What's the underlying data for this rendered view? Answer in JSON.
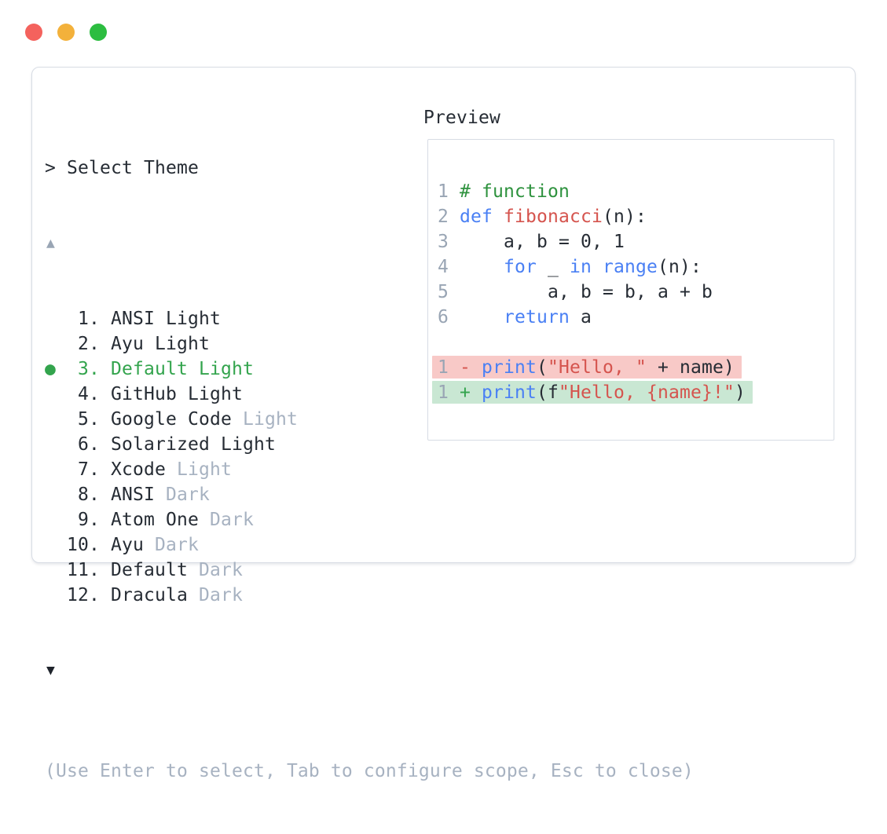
{
  "window": {
    "dots": [
      {
        "name": "close",
        "color": "#f4625d"
      },
      {
        "name": "minimize",
        "color": "#f3b13b"
      },
      {
        "name": "maximize",
        "color": "#2cbd40"
      }
    ]
  },
  "picker": {
    "prompt": "> Select Theme",
    "scroll_up_indicator": "▲",
    "scroll_down_indicator": "▼",
    "selected_marker": "●",
    "themes": [
      {
        "num": "1",
        "name": "ANSI",
        "suffix": "Light",
        "dim_suffix": false,
        "selected": false
      },
      {
        "num": "2",
        "name": "Ayu",
        "suffix": "Light",
        "dim_suffix": false,
        "selected": false
      },
      {
        "num": "3",
        "name": "Default",
        "suffix": "Light",
        "dim_suffix": false,
        "selected": true
      },
      {
        "num": "4",
        "name": "GitHub",
        "suffix": "Light",
        "dim_suffix": false,
        "selected": false
      },
      {
        "num": "5",
        "name": "Google Code",
        "suffix": "Light",
        "dim_suffix": true,
        "selected": false
      },
      {
        "num": "6",
        "name": "Solarized",
        "suffix": "Light",
        "dim_suffix": false,
        "selected": false
      },
      {
        "num": "7",
        "name": "Xcode",
        "suffix": "Light",
        "dim_suffix": true,
        "selected": false
      },
      {
        "num": "8",
        "name": "ANSI",
        "suffix": "Dark",
        "dim_suffix": true,
        "selected": false
      },
      {
        "num": "9",
        "name": "Atom One",
        "suffix": "Dark",
        "dim_suffix": true,
        "selected": false
      },
      {
        "num": "10",
        "name": "Ayu",
        "suffix": "Dark",
        "dim_suffix": true,
        "selected": false
      },
      {
        "num": "11",
        "name": "Default",
        "suffix": "Dark",
        "dim_suffix": true,
        "selected": false
      },
      {
        "num": "12",
        "name": "Dracula",
        "suffix": "Dark",
        "dim_suffix": true,
        "selected": false
      }
    ],
    "footer_hint": "(Use Enter to select, Tab to configure scope, Esc to close)"
  },
  "preview": {
    "label": "Preview",
    "code_lines": [
      {
        "num": "1",
        "bg": "",
        "tokens": [
          {
            "text": "# function",
            "color": "comment"
          }
        ]
      },
      {
        "num": "2",
        "bg": "",
        "tokens": [
          {
            "text": "def ",
            "color": "keyword"
          },
          {
            "text": "fibonacci",
            "color": "function"
          },
          {
            "text": "(n):",
            "color": "plain"
          }
        ]
      },
      {
        "num": "3",
        "bg": "",
        "tokens": [
          {
            "text": "    a, b = 0, 1",
            "color": "plain"
          }
        ]
      },
      {
        "num": "4",
        "bg": "",
        "tokens": [
          {
            "text": "    ",
            "color": "plain"
          },
          {
            "text": "for",
            "color": "keyword"
          },
          {
            "text": " _ ",
            "color": "plain"
          },
          {
            "text": "in",
            "color": "keyword"
          },
          {
            "text": " ",
            "color": "plain"
          },
          {
            "text": "range",
            "color": "keyword"
          },
          {
            "text": "(n):",
            "color": "plain"
          }
        ]
      },
      {
        "num": "5",
        "bg": "",
        "tokens": [
          {
            "text": "        a, b = b, a + b",
            "color": "plain"
          }
        ]
      },
      {
        "num": "6",
        "bg": "",
        "tokens": [
          {
            "text": "    ",
            "color": "plain"
          },
          {
            "text": "return",
            "color": "keyword"
          },
          {
            "text": " a",
            "color": "plain"
          }
        ]
      },
      {
        "num": "",
        "bg": "",
        "tokens": []
      },
      {
        "num": "1",
        "bg": "del",
        "tokens": [
          {
            "text": "- ",
            "color": "deleted"
          },
          {
            "text": "print",
            "color": "keyword"
          },
          {
            "text": "(",
            "color": "plain"
          },
          {
            "text": "\"Hello, \"",
            "color": "string"
          },
          {
            "text": " + name)",
            "color": "plain"
          }
        ]
      },
      {
        "num": "1",
        "bg": "add",
        "tokens": [
          {
            "text": "+ ",
            "color": "added"
          },
          {
            "text": "print",
            "color": "keyword"
          },
          {
            "text": "(f",
            "color": "plain"
          },
          {
            "text": "\"Hello, {name}!\"",
            "color": "string"
          },
          {
            "text": ")",
            "color": "plain"
          }
        ]
      }
    ]
  },
  "colors": {
    "text": "#262c34",
    "dim_text": "#a7b2c1",
    "line_number": "#99a5b4",
    "accent_green": "#33a44d",
    "comment_green": "#2e923e",
    "keyword_blue": "#4a80f4",
    "string_red": "#d5544e",
    "diff_removed_bg": "#f8c9c7",
    "diff_added_bg": "#c9e7d3",
    "border": "#d7dce4"
  }
}
